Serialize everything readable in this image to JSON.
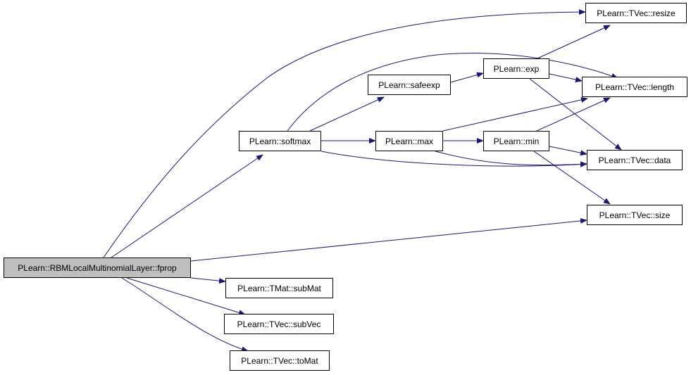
{
  "diagram": {
    "type": "call-graph",
    "colors": {
      "edge": "#191970",
      "border": "#000000",
      "root_fill": "#bfbfbf",
      "fill": "#ffffff"
    },
    "nodes": [
      {
        "id": "fprop",
        "label": "PLearn::RBMLocalMultinomialLayer::fprop",
        "root": true
      },
      {
        "id": "softmax",
        "label": "PLearn::softmax"
      },
      {
        "id": "safeexp",
        "label": "PLearn::safeexp"
      },
      {
        "id": "exp",
        "label": "PLearn::exp"
      },
      {
        "id": "max",
        "label": "PLearn::max"
      },
      {
        "id": "min",
        "label": "PLearn::min"
      },
      {
        "id": "resize",
        "label": "PLearn::TVec::resize"
      },
      {
        "id": "length",
        "label": "PLearn::TVec::length"
      },
      {
        "id": "data",
        "label": "PLearn::TVec::data"
      },
      {
        "id": "size",
        "label": "PLearn::TVec::size"
      },
      {
        "id": "subMat",
        "label": "PLearn::TMat::subMat"
      },
      {
        "id": "subVec",
        "label": "PLearn::TVec::subVec"
      },
      {
        "id": "toMat",
        "label": "PLearn::TVec::toMat"
      }
    ],
    "edges": [
      {
        "from": "fprop",
        "to": "resize"
      },
      {
        "from": "fprop",
        "to": "softmax"
      },
      {
        "from": "fprop",
        "to": "size"
      },
      {
        "from": "fprop",
        "to": "subMat"
      },
      {
        "from": "fprop",
        "to": "subVec"
      },
      {
        "from": "fprop",
        "to": "toMat"
      },
      {
        "from": "softmax",
        "to": "length"
      },
      {
        "from": "softmax",
        "to": "safeexp"
      },
      {
        "from": "softmax",
        "to": "max"
      },
      {
        "from": "softmax",
        "to": "data"
      },
      {
        "from": "safeexp",
        "to": "exp"
      },
      {
        "from": "exp",
        "to": "resize"
      },
      {
        "from": "exp",
        "to": "length"
      },
      {
        "from": "exp",
        "to": "data"
      },
      {
        "from": "max",
        "to": "length"
      },
      {
        "from": "max",
        "to": "min"
      },
      {
        "from": "max",
        "to": "data"
      },
      {
        "from": "min",
        "to": "length"
      },
      {
        "from": "min",
        "to": "data"
      },
      {
        "from": "min",
        "to": "size"
      }
    ]
  }
}
